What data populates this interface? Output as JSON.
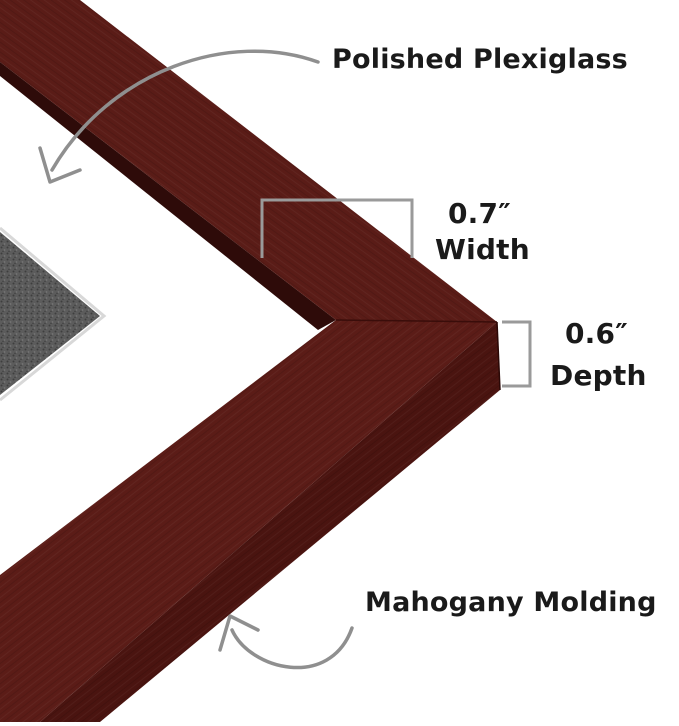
{
  "callouts": {
    "plexiglass": "Polished Plexiglass",
    "molding": "Mahogany Molding",
    "width_value": "0.7″",
    "width_label": "Width",
    "depth_value": "0.6″",
    "depth_label": "Depth"
  },
  "colors": {
    "frame_face": "#5a1c17",
    "frame_dark": "#3f100d",
    "frame_light": "#6e2620",
    "mat": "#ffffff",
    "artwork": "#5a5a5a",
    "guide_lines": "#9a9a9a",
    "text": "#1a1a1a"
  }
}
